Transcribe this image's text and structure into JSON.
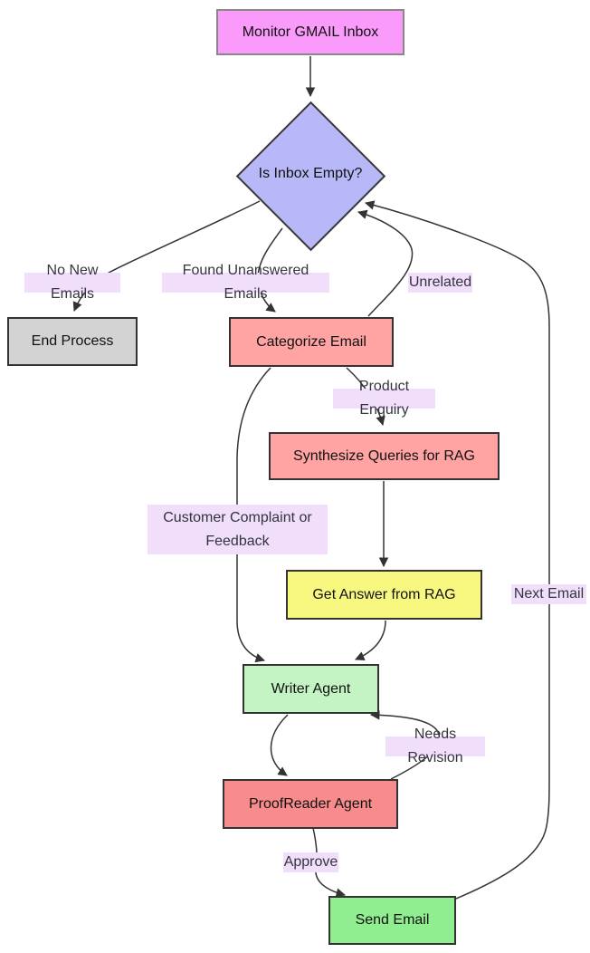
{
  "diagram": {
    "type": "flowchart",
    "nodes": [
      {
        "id": "monitor",
        "label": "Monitor GMAIL Inbox",
        "shape": "rect",
        "fill": "#fa9afa"
      },
      {
        "id": "inbox_empty",
        "label": "Is Inbox Empty?",
        "shape": "diamond",
        "fill": "#b8b8f8"
      },
      {
        "id": "end_process",
        "label": "End Process",
        "shape": "rect",
        "fill": "#d3d3d3"
      },
      {
        "id": "categorize",
        "label": "Categorize Email",
        "shape": "rect",
        "fill": "#ffa3a3"
      },
      {
        "id": "synthesize",
        "label": "Synthesize Queries for RAG",
        "shape": "rect",
        "fill": "#ffa3a3"
      },
      {
        "id": "get_answer",
        "label": "Get Answer from RAG",
        "shape": "rect",
        "fill": "#f8f880"
      },
      {
        "id": "writer",
        "label": "Writer Agent",
        "shape": "rect",
        "fill": "#c4f4c4"
      },
      {
        "id": "proofreader",
        "label": "ProofReader Agent",
        "shape": "rect",
        "fill": "#f88b8b"
      },
      {
        "id": "send_email",
        "label": "Send Email",
        "shape": "rect",
        "fill": "#90ee90"
      }
    ],
    "edges": [
      {
        "from": "monitor",
        "to": "inbox_empty",
        "label": ""
      },
      {
        "from": "inbox_empty",
        "to": "end_process",
        "label": "No New Emails"
      },
      {
        "from": "inbox_empty",
        "to": "categorize",
        "label": "Found Unanswered Emails"
      },
      {
        "from": "categorize",
        "to": "inbox_empty",
        "label": "Unrelated"
      },
      {
        "from": "categorize",
        "to": "synthesize",
        "label": "Product Enquiry"
      },
      {
        "from": "synthesize",
        "to": "get_answer",
        "label": ""
      },
      {
        "from": "categorize",
        "to": "writer",
        "label": "Customer Complaint or Feedback"
      },
      {
        "from": "get_answer",
        "to": "writer",
        "label": ""
      },
      {
        "from": "writer",
        "to": "proofreader",
        "label": ""
      },
      {
        "from": "proofreader",
        "to": "writer",
        "label": "Needs Revision"
      },
      {
        "from": "proofreader",
        "to": "send_email",
        "label": "Approve"
      },
      {
        "from": "send_email",
        "to": "inbox_empty",
        "label": "Next Email"
      }
    ],
    "edge_label_bg": "#f0defa",
    "edge_stroke": "#333333"
  }
}
